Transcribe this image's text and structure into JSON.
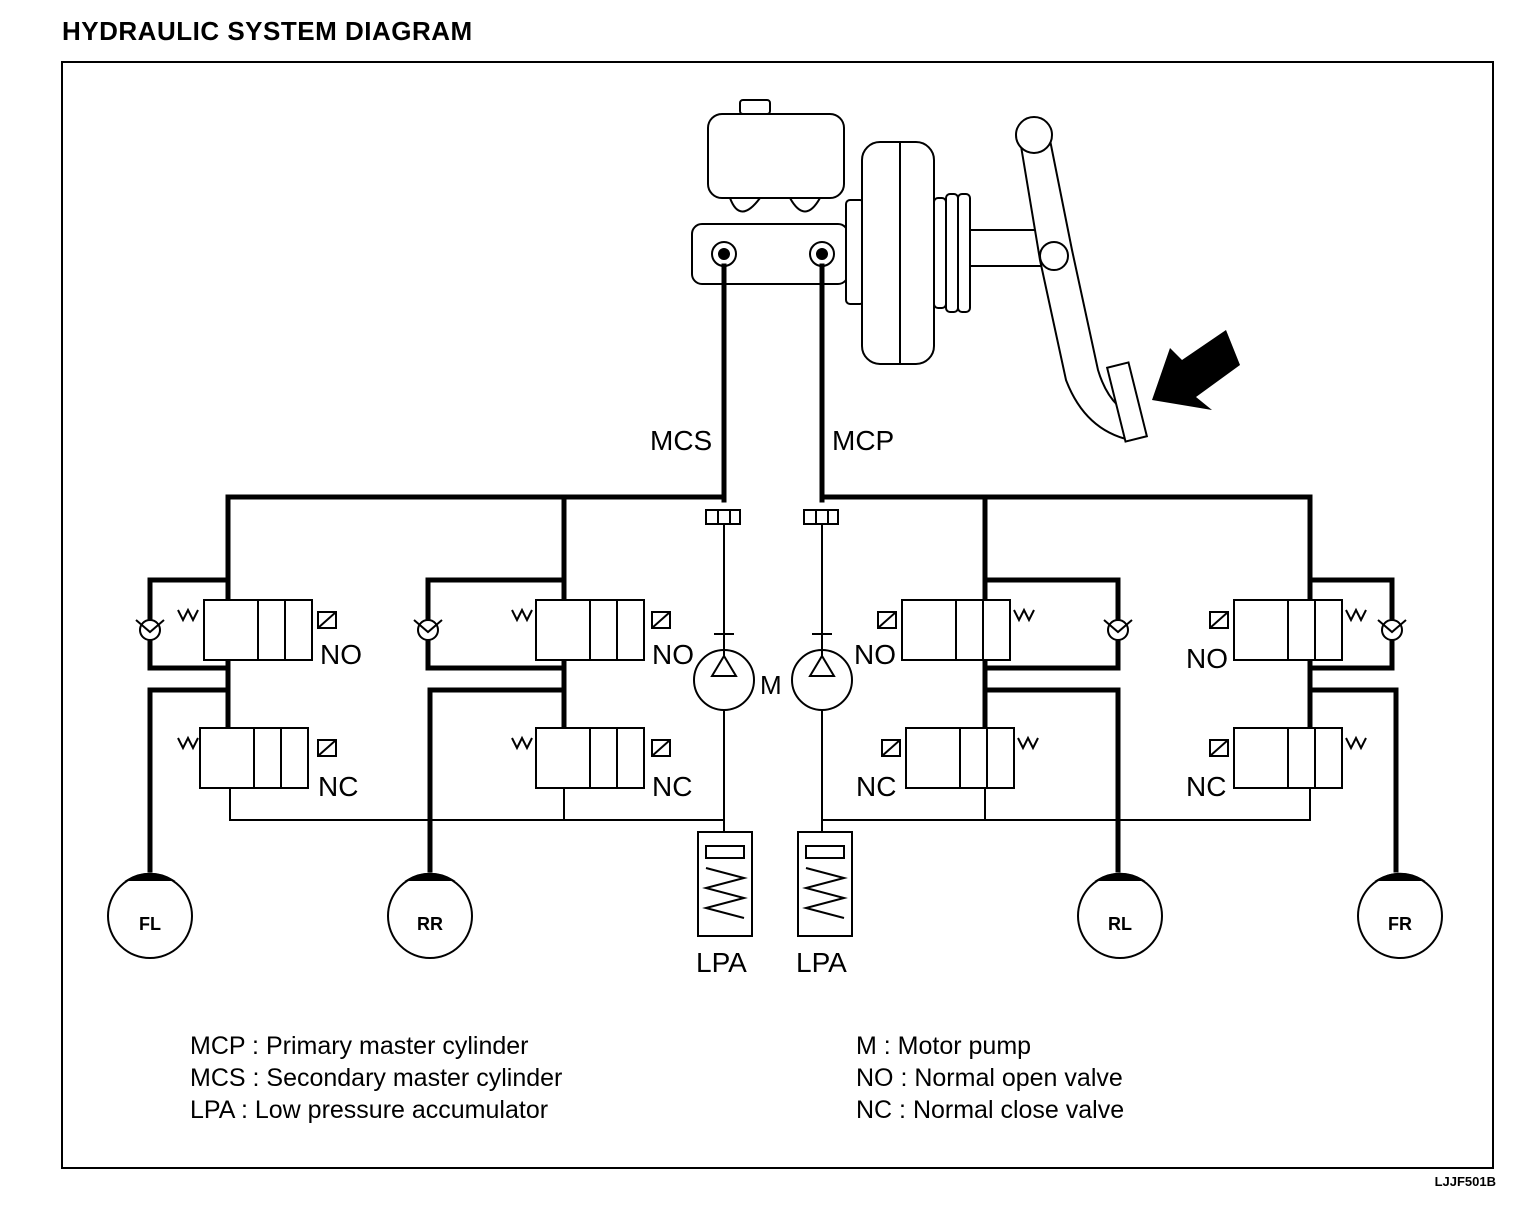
{
  "title": "HYDRAULIC SYSTEM DIAGRAM",
  "diagram_code": "LJJF501B",
  "line_labels": {
    "mcs": "MCS",
    "mcp": "MCP"
  },
  "motor_label": "M",
  "valve_labels": {
    "fl_no": "NO",
    "fl_nc": "NC",
    "rr_no": "NO",
    "rr_nc": "NC",
    "rl_no": "NO",
    "rl_nc": "NC",
    "fr_no": "NO",
    "fr_nc": "NC"
  },
  "accumulators": {
    "left": "LPA",
    "right": "LPA"
  },
  "wheels": {
    "fl": "FL",
    "rr": "RR",
    "rl": "RL",
    "fr": "FR"
  },
  "legend_left": [
    "MCP : Primary master cylinder",
    "MCS : Secondary master cylinder",
    "LPA : Low pressure accumulator"
  ],
  "legend_right": [
    "M : Motor pump",
    "NO : Normal open valve",
    "NC : Normal close valve"
  ]
}
